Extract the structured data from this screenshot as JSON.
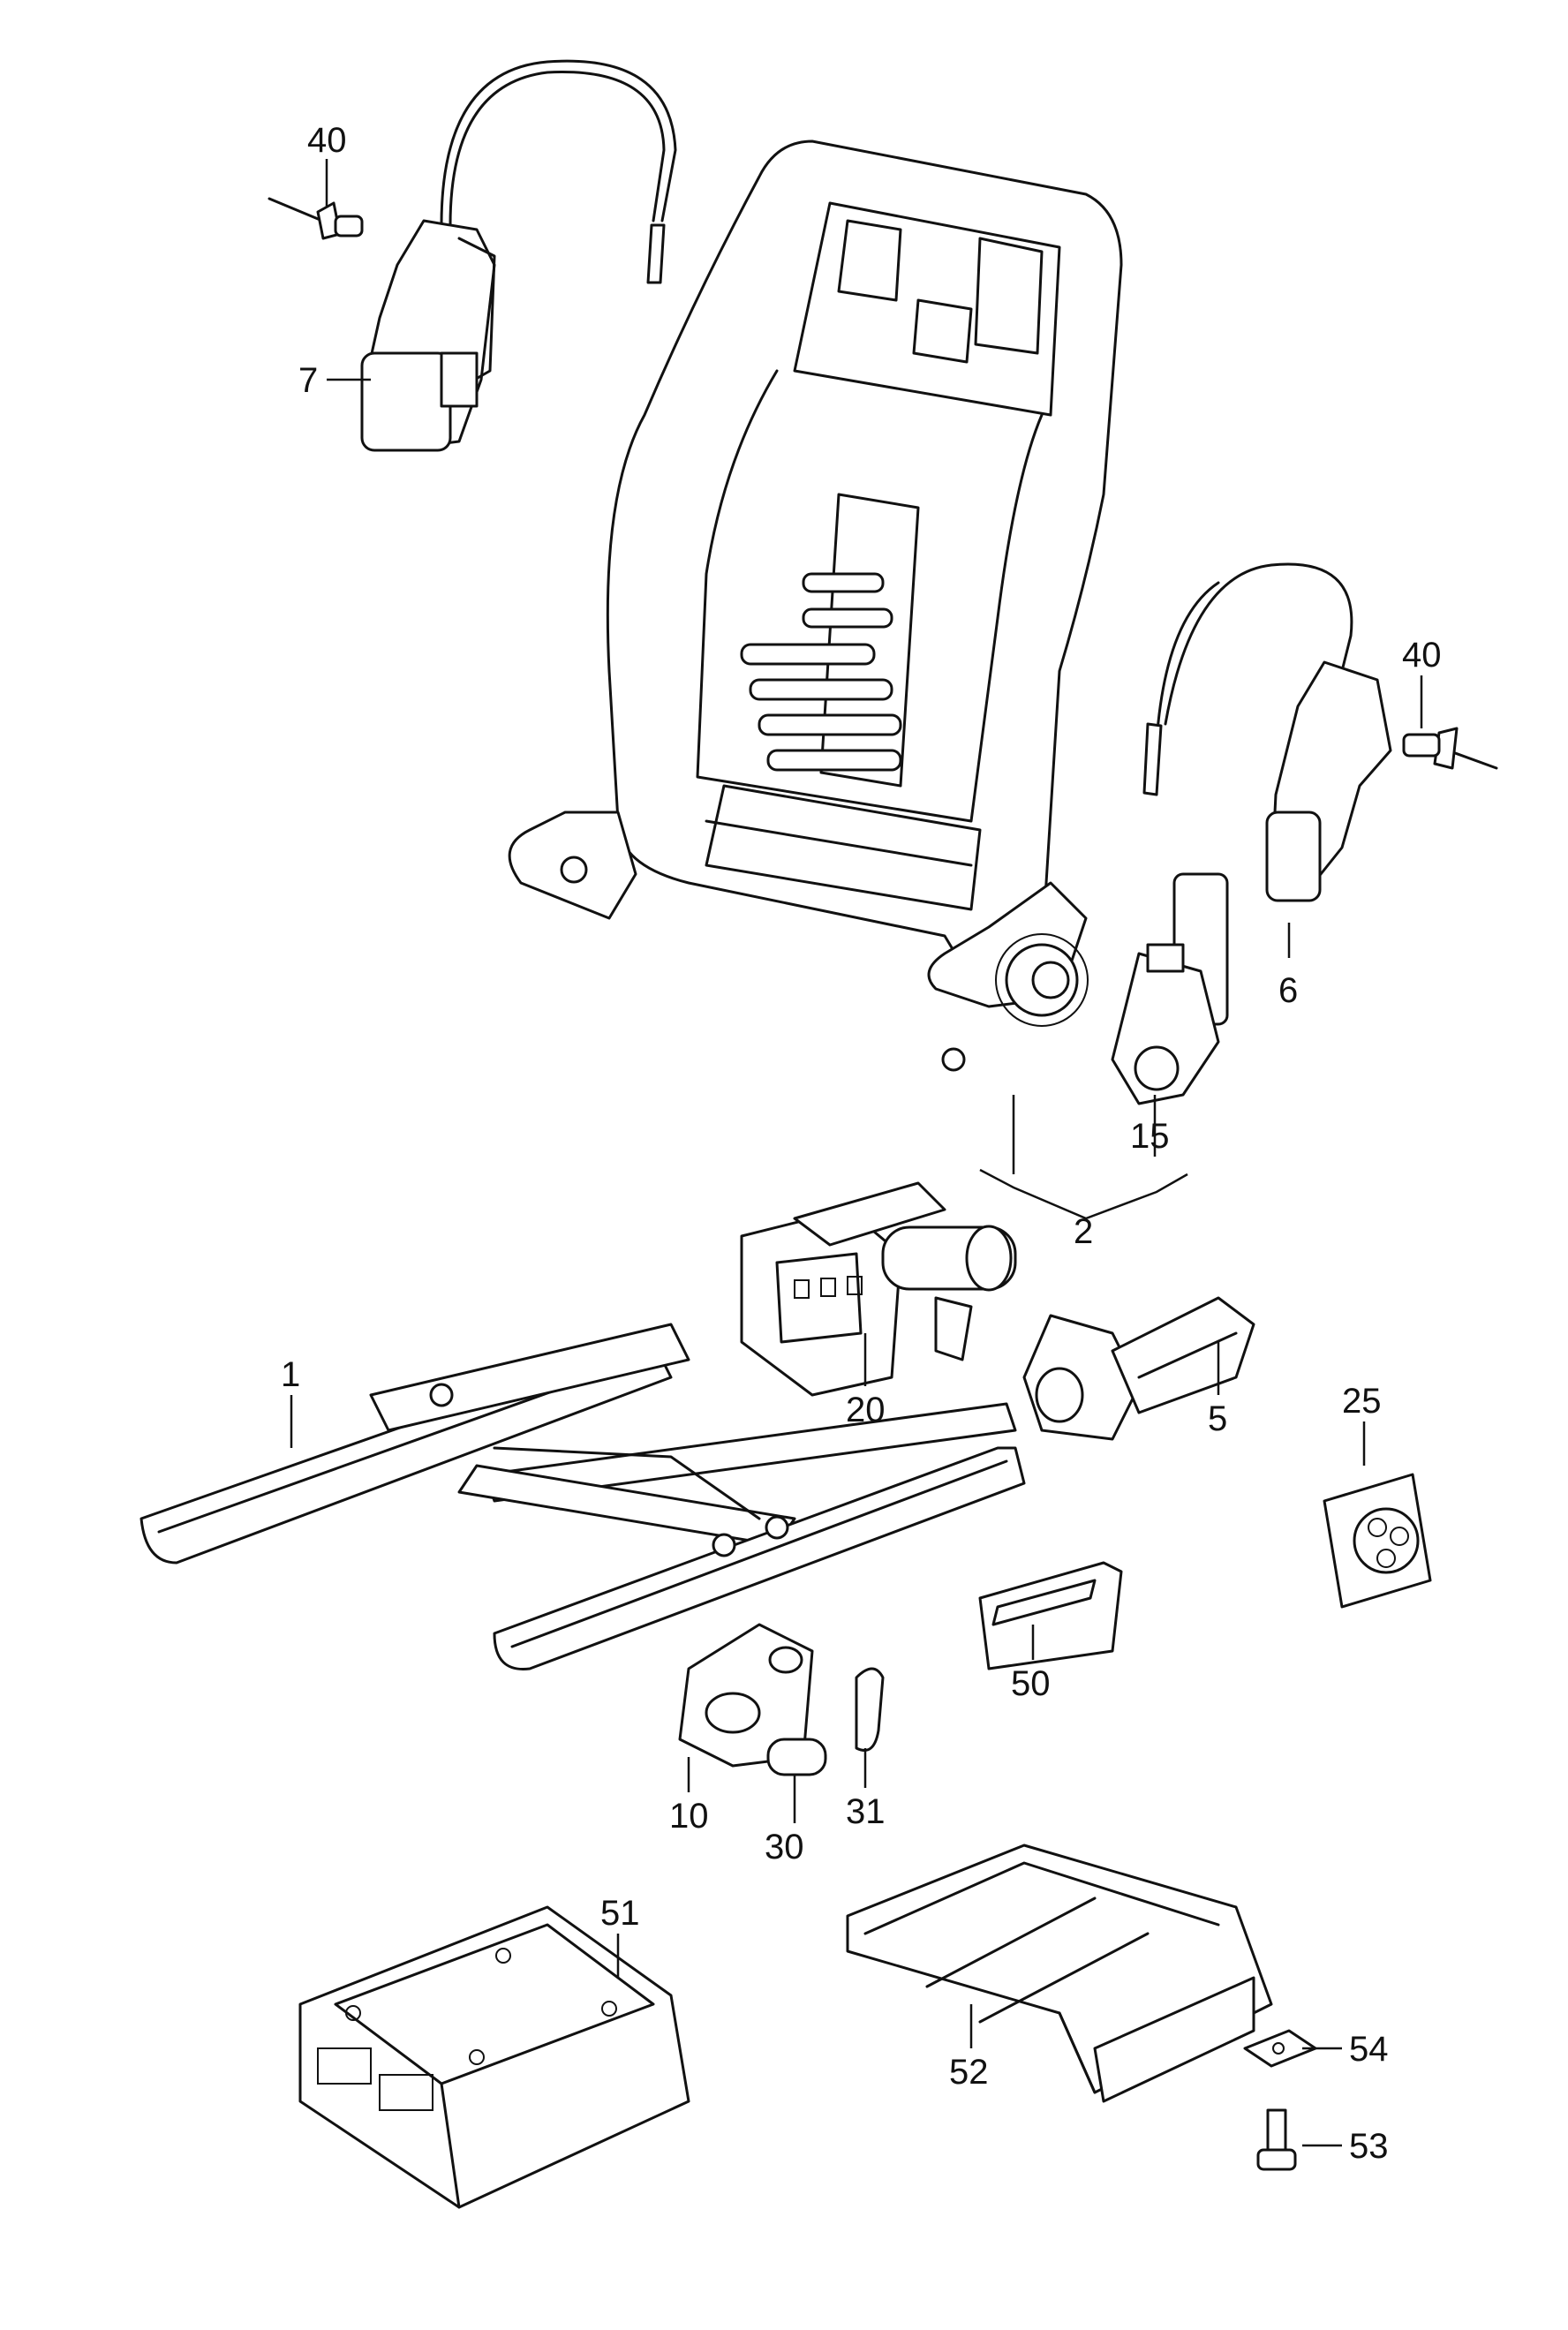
{
  "diagram": {
    "callouts": {
      "c40a": "40",
      "c7": "7",
      "c40b": "40",
      "c6": "6",
      "c15": "15",
      "c2": "2",
      "c20": "20",
      "c5": "5",
      "c1": "1",
      "c25": "25",
      "c50": "50",
      "c10": "10",
      "c31": "31",
      "c30": "30",
      "c51": "51",
      "c52": "52",
      "c54": "54",
      "c53": "53"
    }
  }
}
